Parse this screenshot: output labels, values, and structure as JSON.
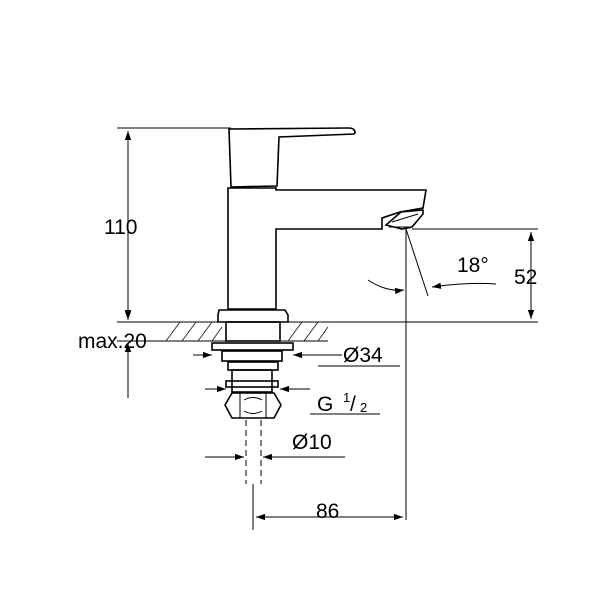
{
  "dimensions": {
    "height_total": "110",
    "max_thickness": "max.20",
    "spout_height": "52",
    "angle": "18°",
    "mount_diameter": "Ø34",
    "thread": "G",
    "thread_num": "1",
    "thread_den": "2",
    "pipe_diameter": "Ø10",
    "reach": "86"
  },
  "colors": {
    "line": "#000000",
    "background": "#ffffff"
  }
}
